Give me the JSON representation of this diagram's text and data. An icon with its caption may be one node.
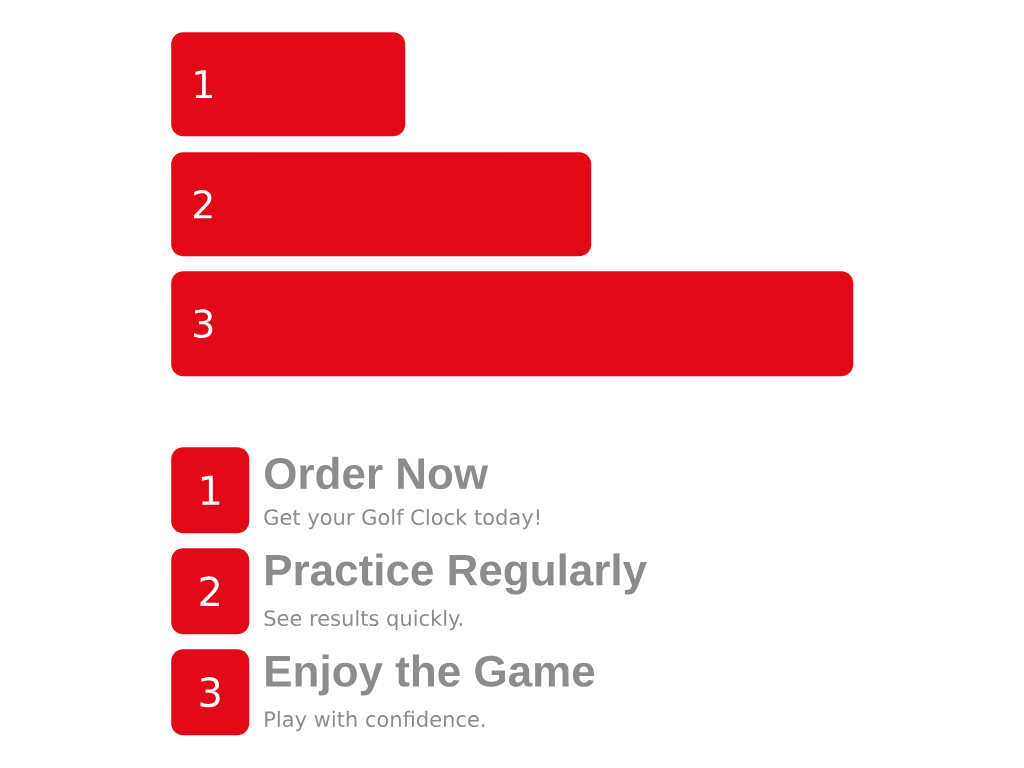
{
  "diagram": {
    "nodes": [
      {
        "text": [
          "1"
        ]
      },
      {
        "text": [
          "2"
        ]
      },
      {
        "text": [
          "3"
        ]
      },
      {
        "text": [
          "1"
        ],
        "beside": [
          "Order Now",
          "Get your Golf Clock today!"
        ]
      },
      {
        "text": [
          "2"
        ],
        "beside": [
          "Practice Regularly",
          "See results quickly."
        ]
      },
      {
        "text": [
          "3"
        ],
        "beside": [
          "Enjoy the Game",
          "Play with confidence."
        ]
      }
    ]
  }
}
